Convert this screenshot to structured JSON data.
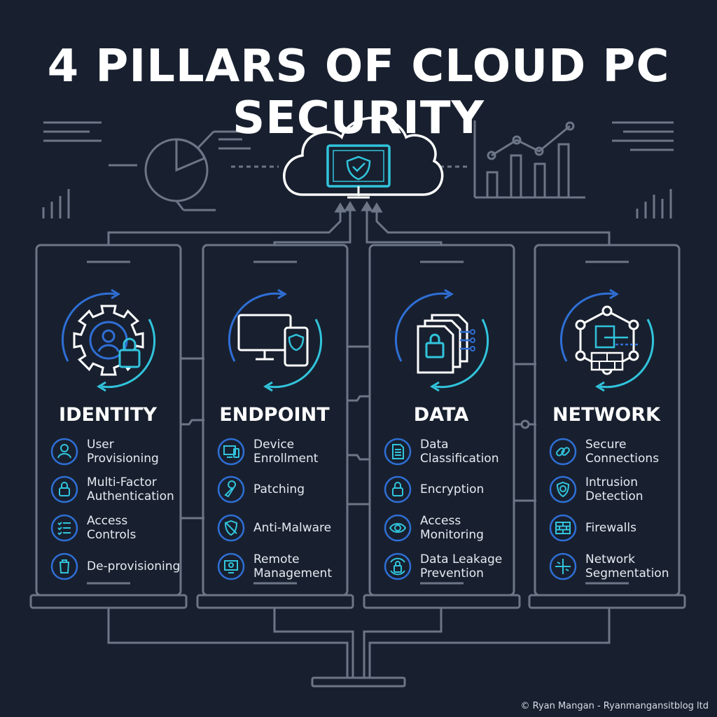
{
  "header": {
    "title": "4 PILLARS OF CLOUD PC SECURITY"
  },
  "colors": {
    "background": "#18202f",
    "line": "#6d7687",
    "cyan": "#31c4dc",
    "blue": "#2f6fd6"
  },
  "pillars": [
    {
      "title": "IDENTITY",
      "hero_icon": "gear-user-lock-icon",
      "items": [
        {
          "line1": "User",
          "line2": "Provisioning",
          "icon": "user-icon"
        },
        {
          "line1": "Multi-Factor",
          "line2": "Authentication",
          "icon": "lock-icon"
        },
        {
          "line1": "Access",
          "line2": "Controls",
          "icon": "checklist-icon"
        },
        {
          "line1": "De-provisioning",
          "line2": "",
          "icon": "trash-icon"
        }
      ]
    },
    {
      "title": "ENDPOINT",
      "hero_icon": "devices-shield-icon",
      "items": [
        {
          "line1": "Device",
          "line2": "Enrollment",
          "icon": "devices-icon"
        },
        {
          "line1": "Patching",
          "line2": "",
          "icon": "wrench-icon"
        },
        {
          "line1": "Anti-Malware",
          "line2": "",
          "icon": "shield-slash-icon"
        },
        {
          "line1": "Remote",
          "line2": "Management",
          "icon": "remote-monitor-icon"
        }
      ]
    },
    {
      "title": "DATA",
      "hero_icon": "documents-lock-icon",
      "items": [
        {
          "line1": "Data",
          "line2": "Classification",
          "icon": "document-icon"
        },
        {
          "line1": "Encryption",
          "line2": "",
          "icon": "lock-icon"
        },
        {
          "line1": "Access",
          "line2": "Monitoring",
          "icon": "eye-icon"
        },
        {
          "line1": "Data Leakage",
          "line2": "Prevention",
          "icon": "lock-cycle-icon"
        }
      ]
    },
    {
      "title": "NETWORK",
      "hero_icon": "network-firewall-icon",
      "items": [
        {
          "line1": "Secure",
          "line2": "Connections",
          "icon": "link-icon"
        },
        {
          "line1": "Intrusion",
          "line2": "Detection",
          "icon": "virus-shield-icon"
        },
        {
          "line1": "Firewalls",
          "line2": "",
          "icon": "brick-wall-icon"
        },
        {
          "line1": "Network",
          "line2": "Segmentation",
          "icon": "segment-icon"
        }
      ]
    }
  ],
  "footer": {
    "copyright": "© Ryan Mangan - Ryanmangansitblog ltd"
  }
}
